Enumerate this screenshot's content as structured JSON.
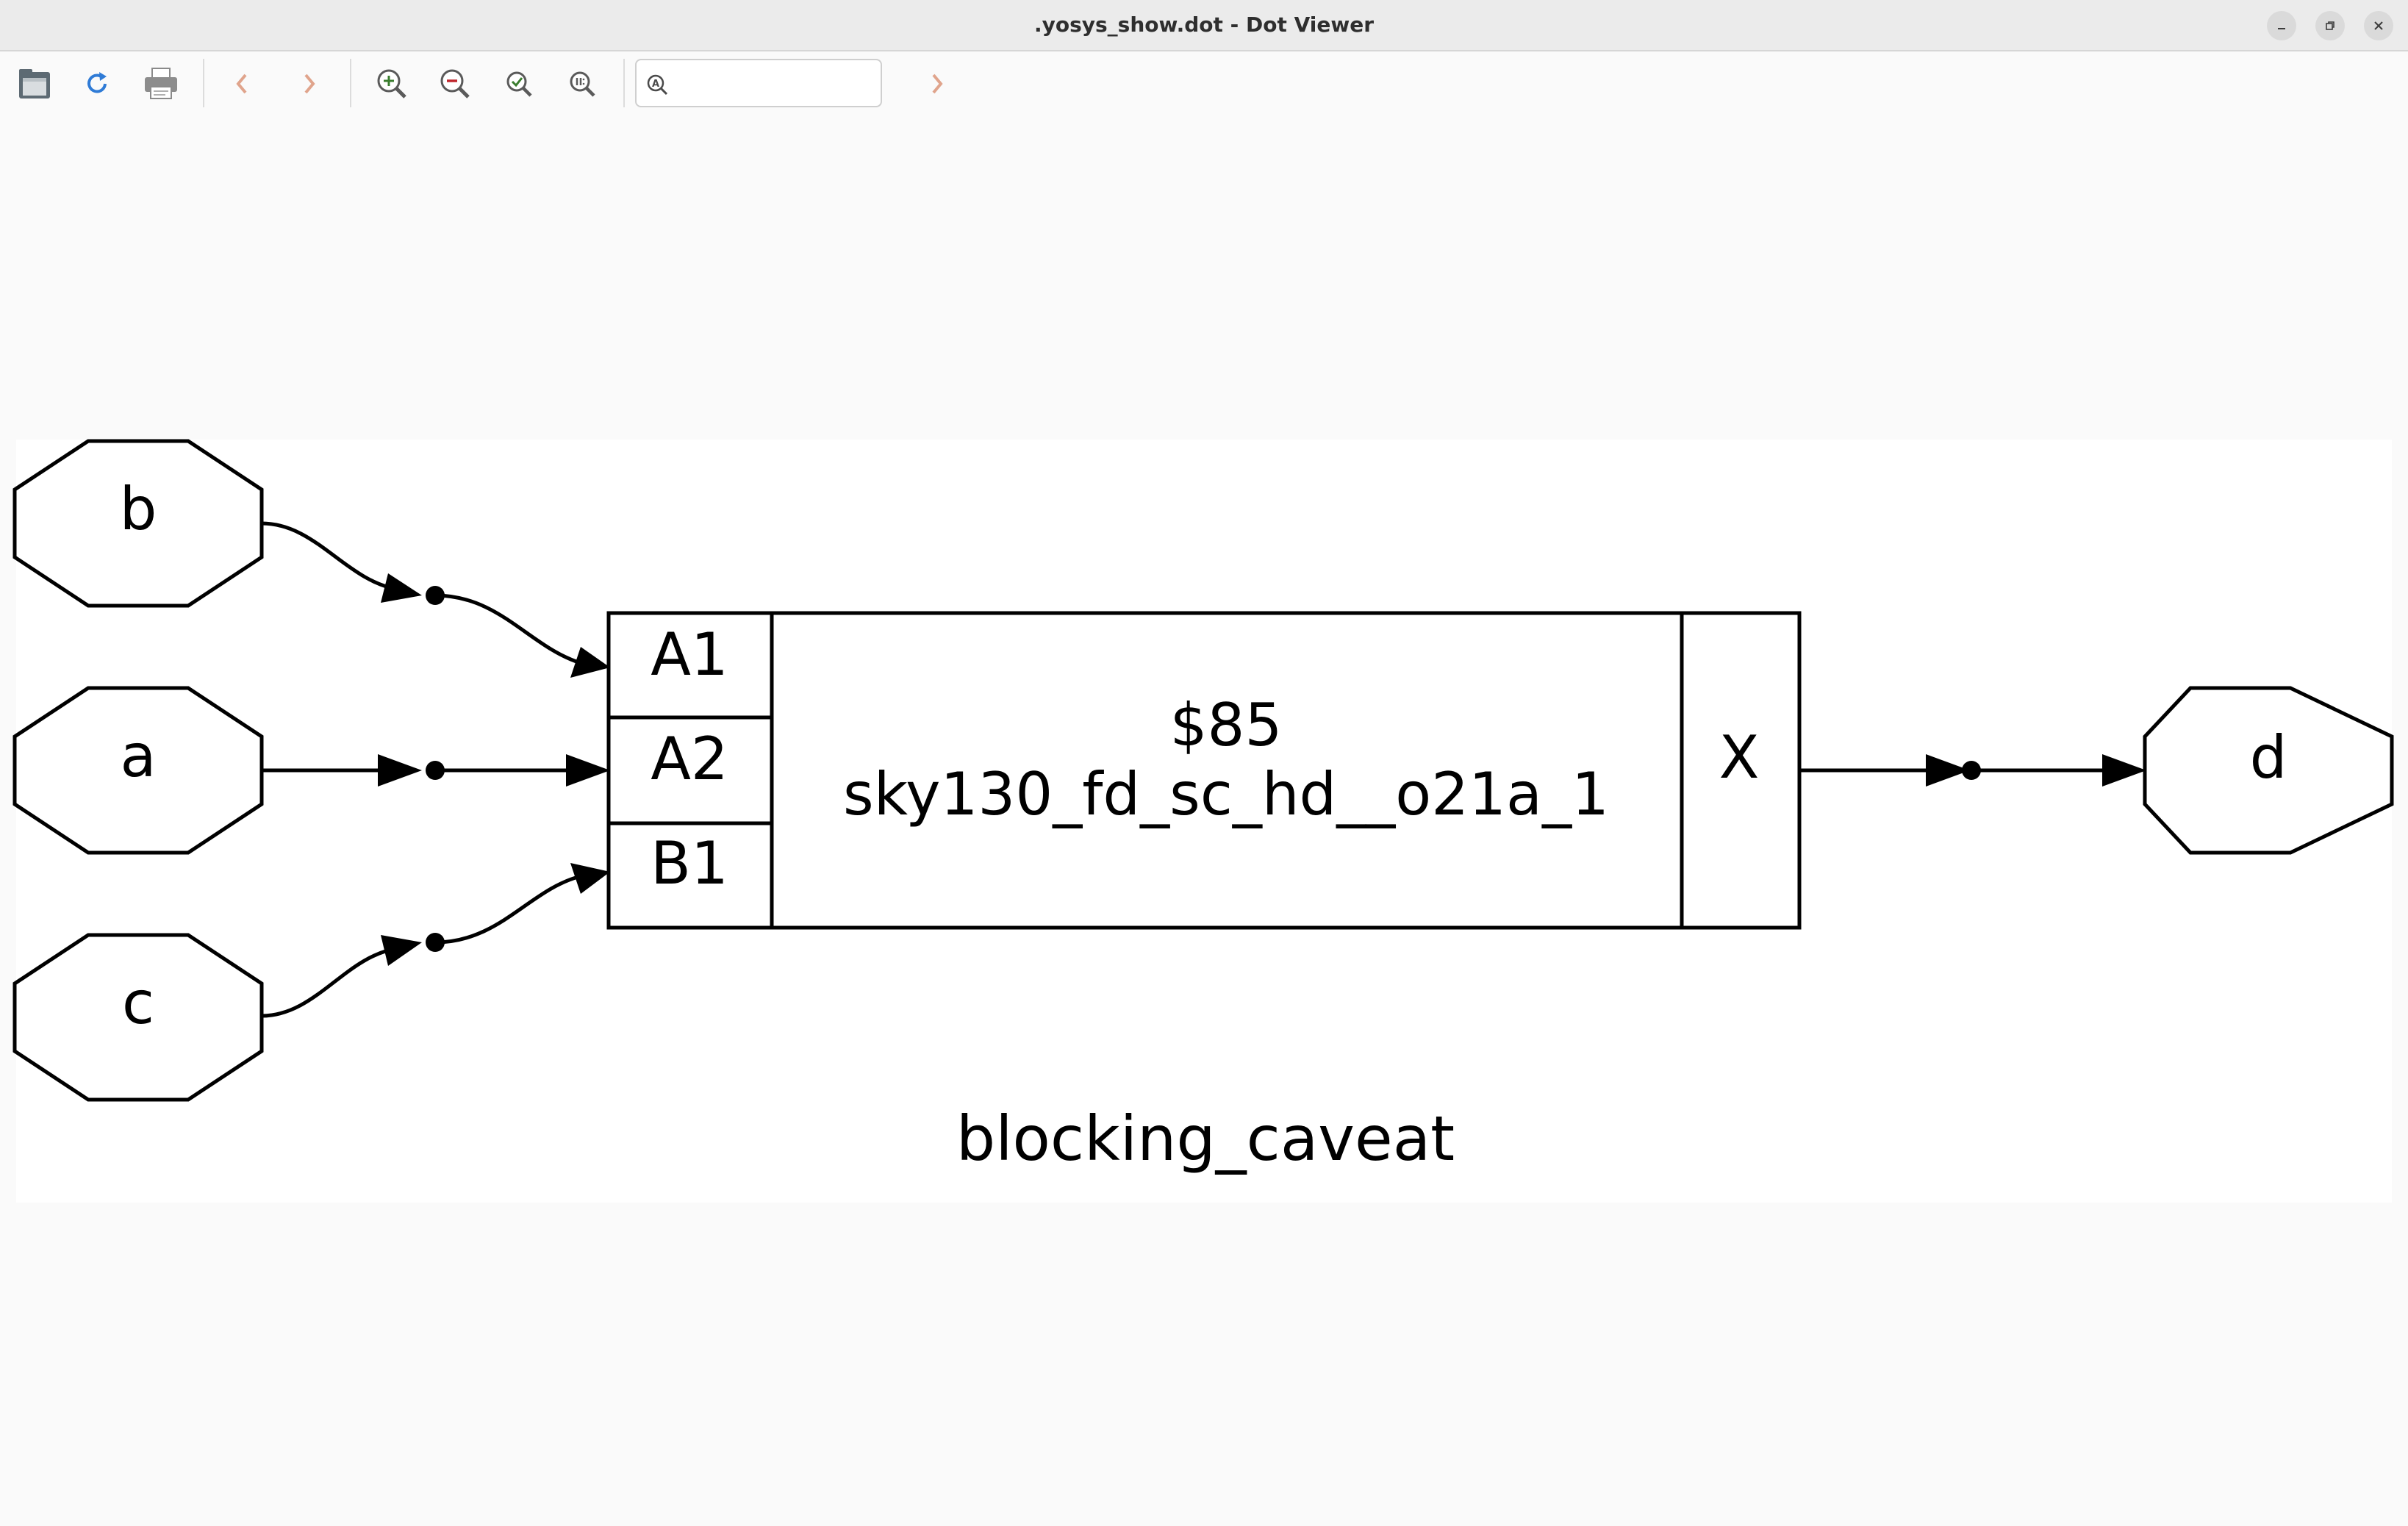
{
  "window": {
    "title": ".yosys_show.dot - Dot Viewer"
  },
  "toolbar": {
    "search_value": ""
  },
  "graph": {
    "title": "blocking_caveat",
    "inputs": [
      "b",
      "a",
      "c"
    ],
    "output": "d",
    "cell": {
      "id": "$85",
      "type": "sky130_fd_sc_hd__o21a_1",
      "input_ports": [
        "A1",
        "A2",
        "B1"
      ],
      "output_port": "X"
    },
    "connections": [
      {
        "from": "b",
        "to": "A1"
      },
      {
        "from": "a",
        "to": "A2"
      },
      {
        "from": "c",
        "to": "B1"
      },
      {
        "from": "X",
        "to": "d"
      }
    ]
  }
}
